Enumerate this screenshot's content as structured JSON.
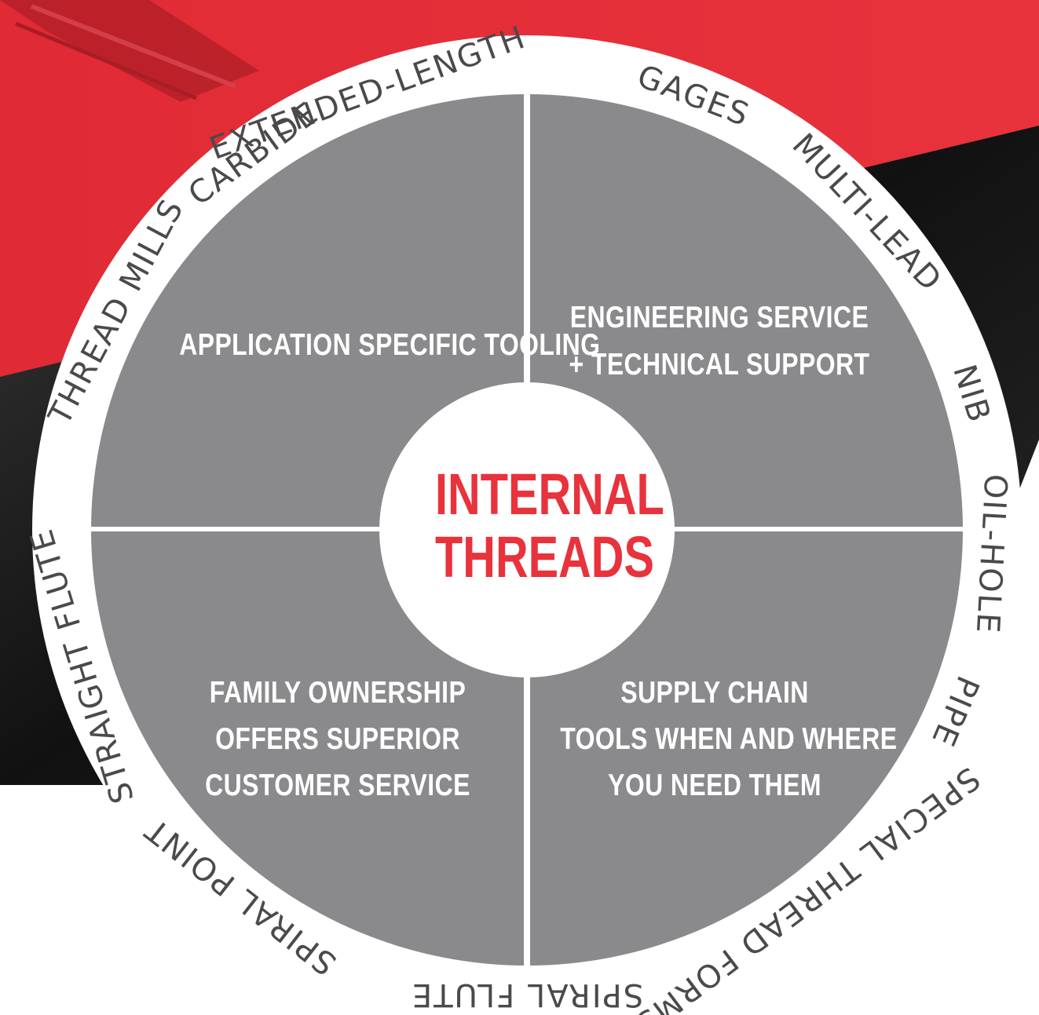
{
  "center": {
    "line1": "INTERNAL",
    "line2": "THREADS"
  },
  "quadrants": {
    "top_left": {
      "lines": [
        "APPLICATION SPECIFIC TOOLING"
      ]
    },
    "top_right": {
      "lines": [
        "ENGINEERING  SERVICE",
        "+ TECHNICAL SUPPORT"
      ]
    },
    "bottom_left": {
      "lines": [
        "FAMILY OWNERSHIP",
        "OFFERS SUPERIOR",
        "CUSTOMER SERVICE"
      ]
    },
    "bottom_right": {
      "lines": [
        "SUPPLY CHAIN",
        "TOOLS WHEN AND WHERE",
        "YOU NEED THEM"
      ]
    }
  },
  "ring_labels": [
    "EXTENDED-LENGTH",
    "GAGES",
    "MULTI-LEAD",
    "NIB",
    "OIL-HOLE",
    "PIPE",
    "SPECIAL THREAD FORMS",
    "SPIRAL FLUTE",
    "SPIRAL POINT",
    "STRAIGHT FLUTE",
    "THREAD MILLS",
    "CARBIDE"
  ],
  "colors": {
    "brand_red": "#e8323c",
    "quadrant_gray": "#8a8a8d",
    "ring_white": "#ffffff",
    "ring_text": "#4a4a4c",
    "dark_background": "#1a1a1a"
  }
}
